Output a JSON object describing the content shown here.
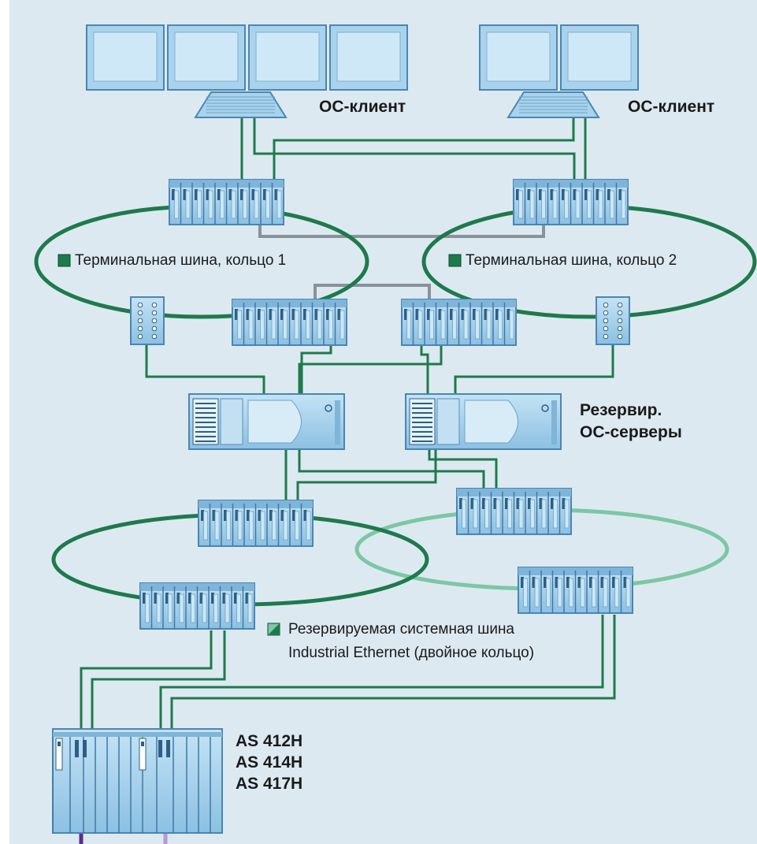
{
  "labels": {
    "os_client_left": "ОС-клиент",
    "os_client_right": "ОС-клиент",
    "ring1": "Терминальная шина, кольцо 1",
    "ring2": "Терминальная шина, кольцо 2",
    "servers_line1": "Резервир.",
    "servers_line2": "ОС-серверы",
    "system_bus_line1": "Резервируемая системная шина",
    "system_bus_line2": "Industrial Ethernet (двойное кольцо)",
    "as_1": "AS 412H",
    "as_2": "AS 414H",
    "as_3": "AS 417H"
  },
  "colors": {
    "background": "#dde9f0",
    "ring_dark": "#1e7a4c",
    "ring_light": "#7cc7a4",
    "link_grey": "#8a9299",
    "device_fill": "#a9d3ec",
    "device_stroke": "#4a86b3",
    "screen_fill": "#cfe8f7",
    "cable_dark": "#5a2d8c",
    "cable_light": "#b49ad6"
  }
}
